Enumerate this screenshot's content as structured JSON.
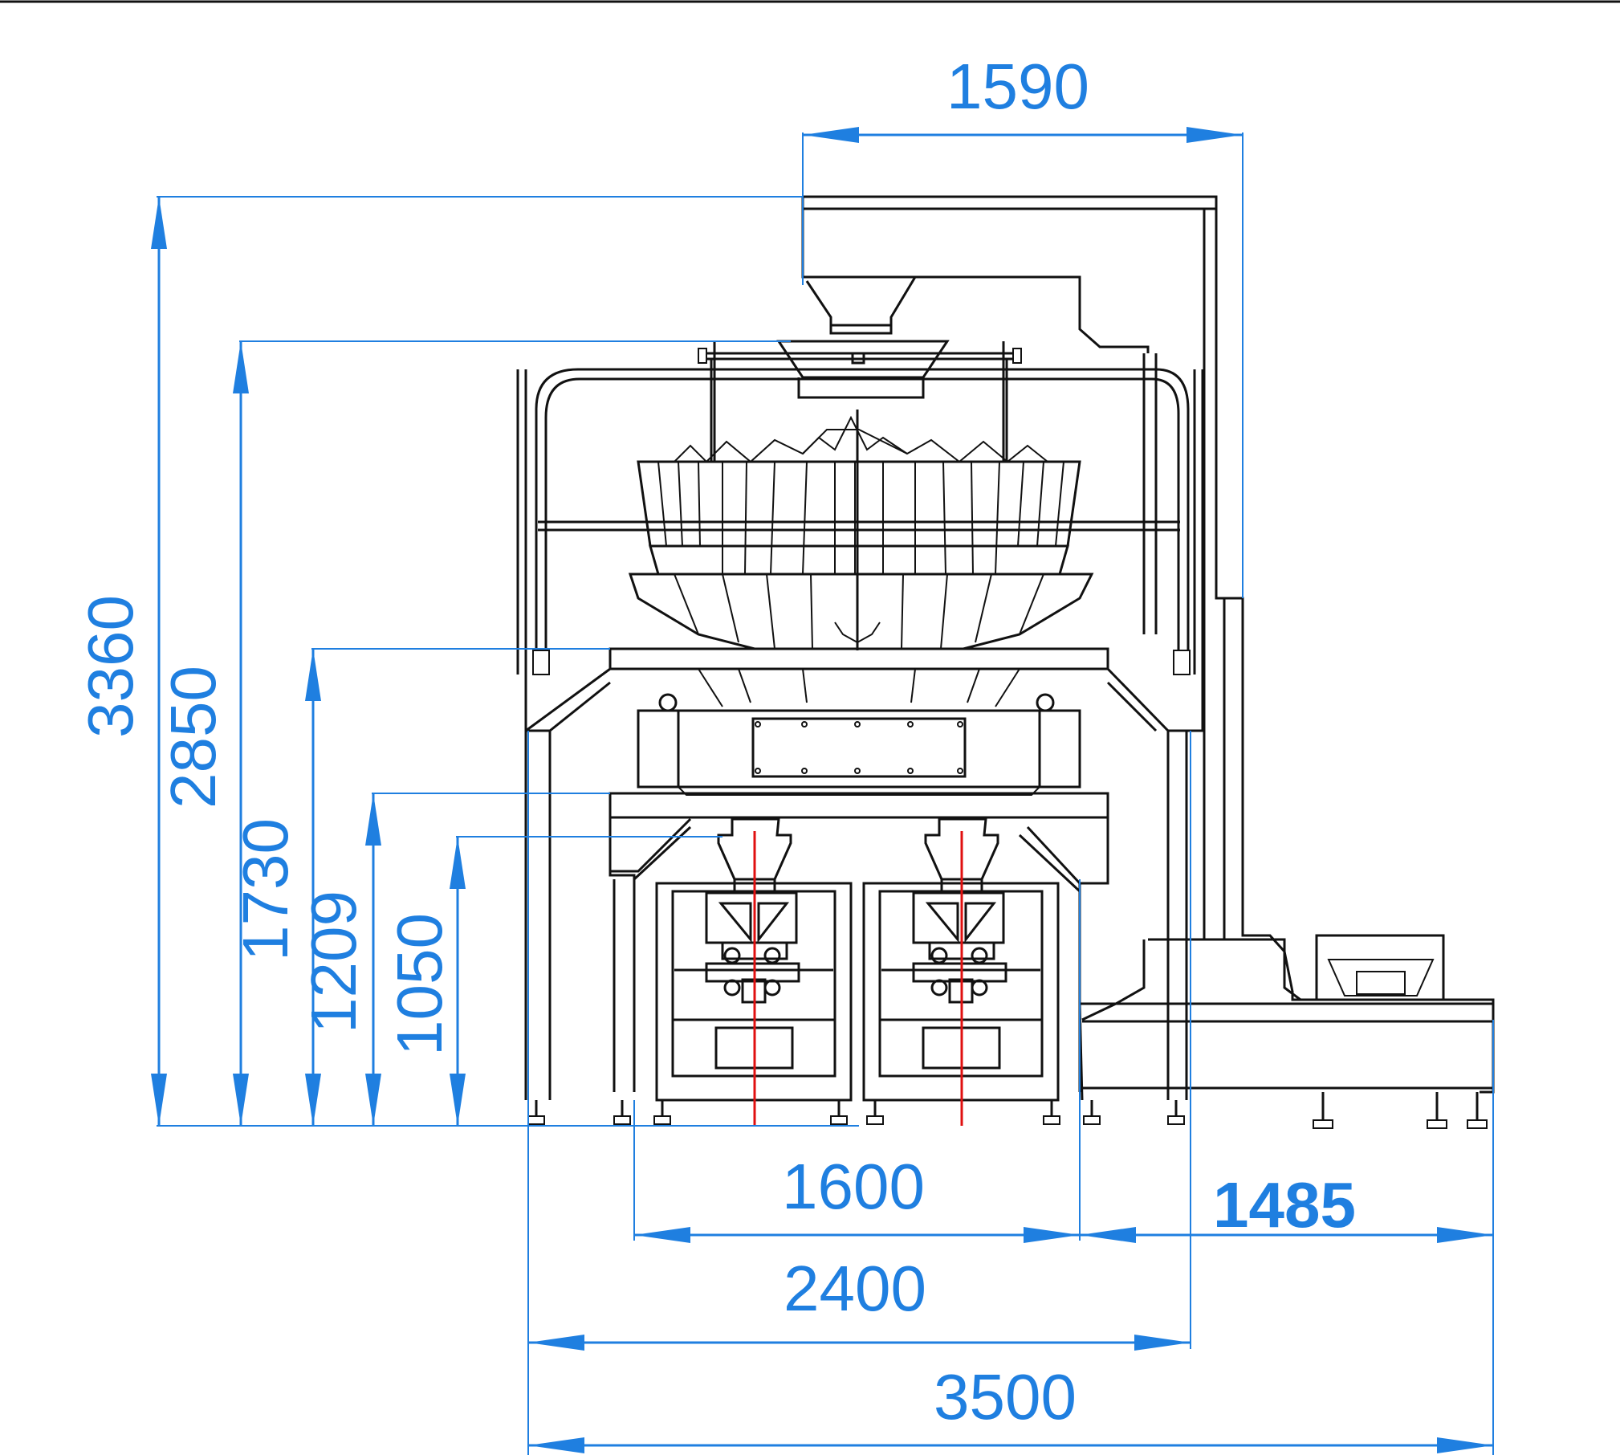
{
  "diagram": {
    "accent_color": "#1f7fe0",
    "centerline_color": "#e01010",
    "dimensions": {
      "top_width": "1590",
      "total_height": "3360",
      "height_2850": "2850",
      "height_1730": "1730",
      "height_1209": "1209",
      "height_1050": "1050",
      "base_width": "1600",
      "side_width": "1485",
      "frame_width": "2400",
      "total_width": "3500"
    }
  }
}
